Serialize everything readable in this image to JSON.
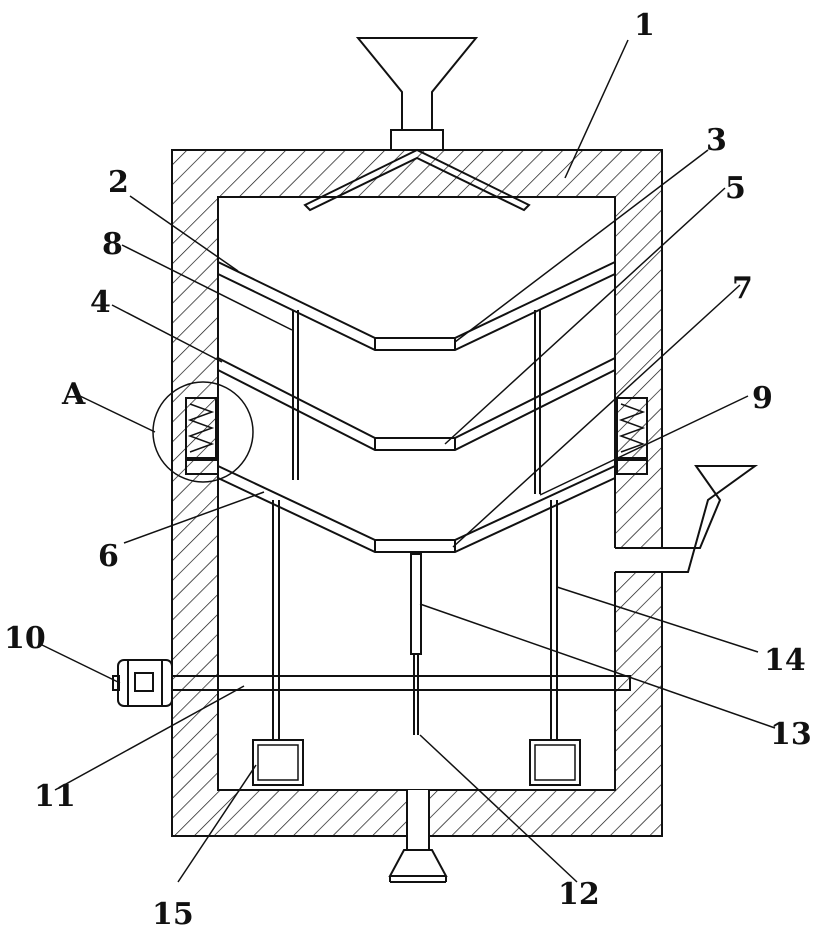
{
  "diagram": {
    "labels": {
      "l1": "1",
      "l2": "2",
      "l3": "3",
      "l4": "4",
      "l5": "5",
      "l6": "6",
      "l7": "7",
      "l8": "8",
      "l9": "9",
      "l10": "10",
      "l11": "11",
      "l12": "12",
      "l13": "13",
      "l14": "14",
      "l15": "15",
      "lA": "A"
    },
    "colors": {
      "stroke": "#111111",
      "background": "#ffffff"
    }
  }
}
